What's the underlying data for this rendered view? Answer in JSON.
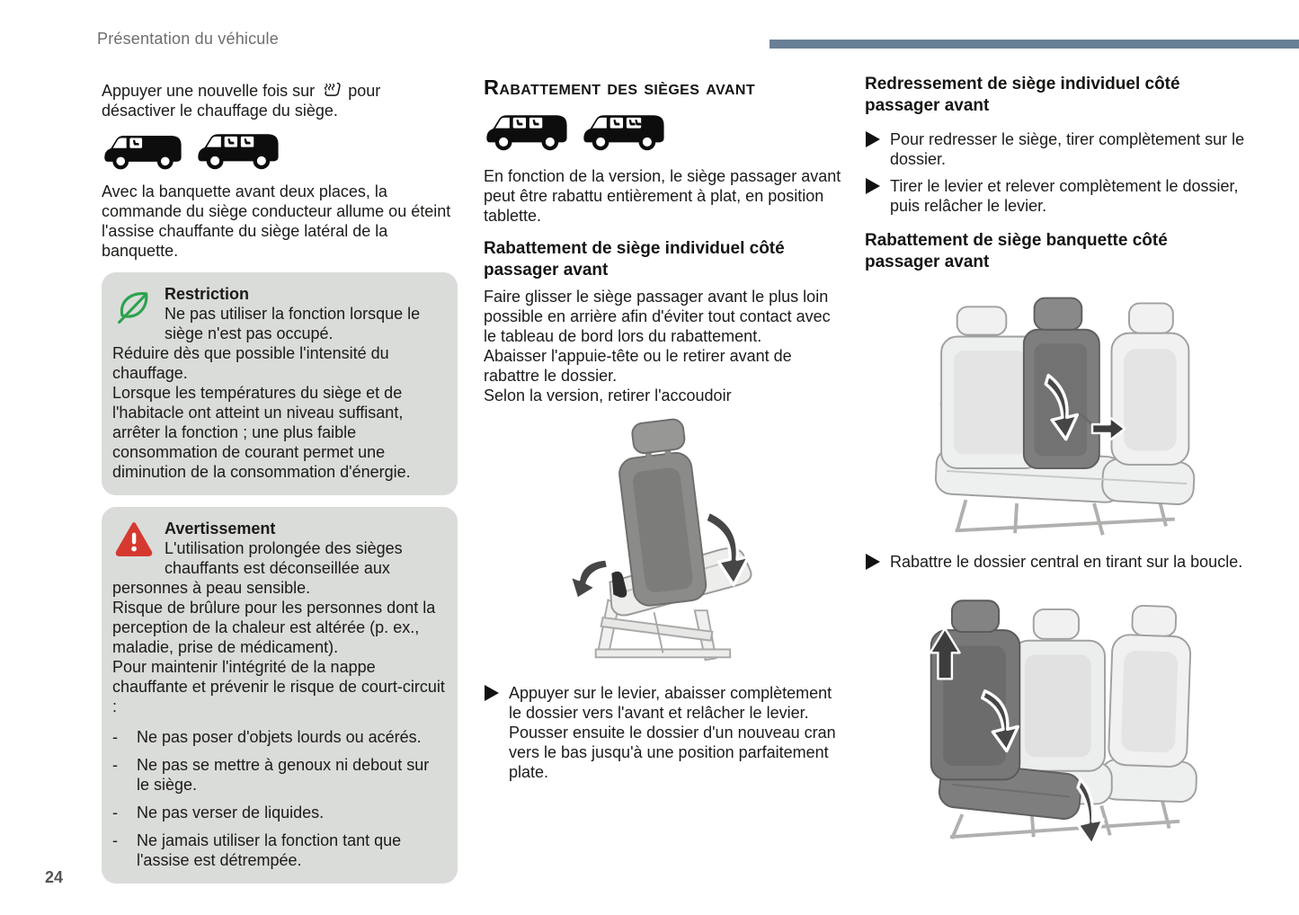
{
  "page": {
    "header": "Présentation du véhicule",
    "page_number": "24"
  },
  "colors": {
    "accent_bar": "#697F95",
    "note_box_bg": "#DADCD9",
    "restriction_green": "#2BA24E",
    "warning_red": "#D6392F",
    "header_gray": "#6E6E6E",
    "body_text": "#1B1B19"
  },
  "icons": {
    "heated_seat": "heated-seat-icon",
    "restriction": "leaf-icon",
    "warning": "warning-triangle-icon",
    "step_marker": "filled-right-triangle",
    "vehicle_variant": "van-icon"
  },
  "col1": {
    "para1_before": "Appuyer une nouvelle fois sur",
    "para1_after": "pour",
    "para1_line2": "désactiver le chauffage du siège.",
    "para2": "Avec la banquette avant deux places, la commande du siège conducteur allume ou éteint l'assise chauffante du siège latéral de la banquette.",
    "restriction": {
      "title": "Restriction",
      "paragraphs": [
        "Ne pas utiliser la fonction lorsque le siège n'est pas occupé.",
        "Réduire dès que possible l'intensité du chauffage.",
        "Lorsque les températures du siège et de l'habitacle ont atteint un niveau suffisant, arrêter la fonction ; une plus faible consommation de courant permet une diminution de la consommation d'énergie."
      ]
    },
    "warning": {
      "title": "Avertissement",
      "paragraphs": [
        "L'utilisation prolongée des sièges chauffants est déconseillée aux personnes à peau sensible.",
        "Risque de brûlure pour les personnes dont la perception de la chaleur est altérée (p. ex., maladie, prise de médicament).",
        "Pour maintenir l'intégrité de la nappe chauffante et prévenir le risque de court-circuit :"
      ],
      "bullet_marker": "-",
      "bullets": [
        "Ne pas poser d'objets lourds ou acérés.",
        "Ne pas se mettre à genoux ni debout sur le siège.",
        "Ne pas verser de liquides.",
        "Ne jamais utiliser la fonction tant que l'assise est détrempée."
      ]
    }
  },
  "col2": {
    "section_title": "Rabattement des sièges avant",
    "intro": "En fonction de la version, le siège passager avant peut être rabattu entièrement à plat, en position tablette.",
    "sub_title": "Rabattement de siège individuel côté passager avant",
    "body_paragraphs": [
      "Faire glisser le siège passager avant le plus loin possible en arrière afin d'éviter tout contact avec le tableau de bord lors du rabattement.",
      "Abaisser l'appuie-tête ou le retirer avant de rabattre le dossier.",
      "Selon la version, retirer l'accoudoir"
    ],
    "step1": "Appuyer sur le levier, abaisser complètement le dossier vers l'avant et relâcher le levier. Pousser ensuite le dossier d'un nouveau cran vers le bas jusqu'à une position parfaitement plate."
  },
  "col3": {
    "sub1_title": "Redressement de siège individuel côté passager avant",
    "steps1": [
      "Pour redresser le siège, tirer complètement sur le dossier.",
      "Tirer le levier et relever complètement le dossier, puis relâcher le levier."
    ],
    "sub2_title": "Rabattement de siège banquette côté passager avant",
    "step2": "Rabattre le dossier central en tirant sur la boucle."
  }
}
